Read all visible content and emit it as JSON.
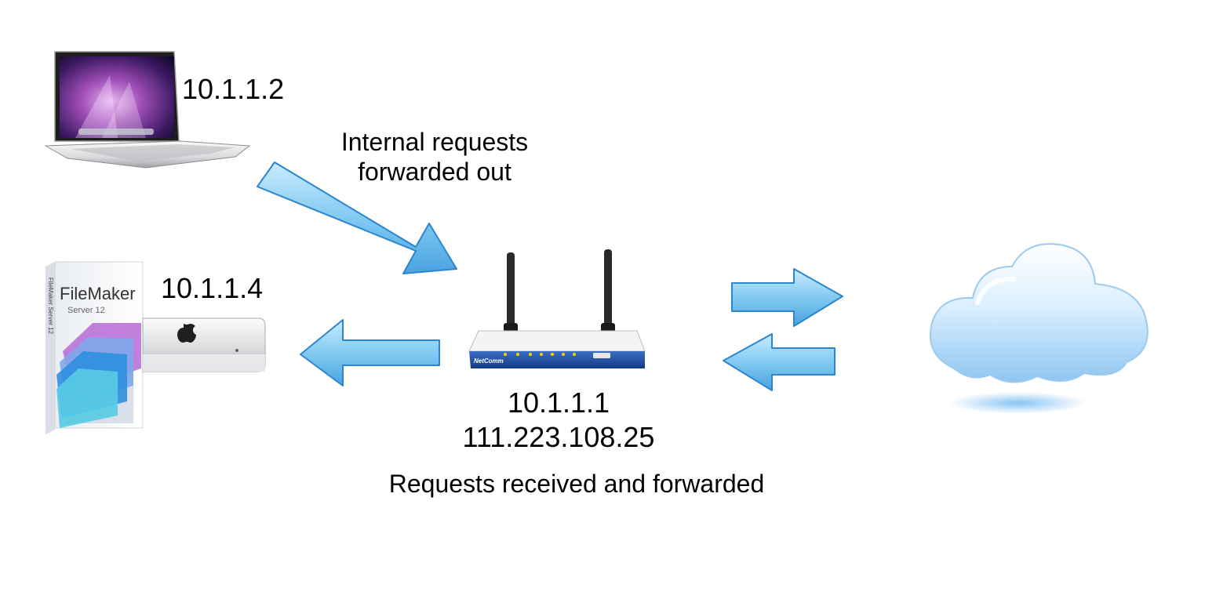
{
  "laptop": {
    "ip": "10.1.1.2",
    "icon": "laptop-icon"
  },
  "server": {
    "ip": "10.1.1.4",
    "icon": "mac-mini-icon",
    "box_brand": "FileMaker",
    "box_product": "Server 12",
    "box_spine": "FileMaker Server 12"
  },
  "router": {
    "ip_internal": "10.1.1.1",
    "ip_external": "111.223.108.25",
    "brand": "NetComm",
    "icon": "router-icon"
  },
  "internet": {
    "icon": "cloud-icon"
  },
  "captions": {
    "internal_line1": "Internal requests",
    "internal_line2": "forwarded out",
    "router": "Requests received and forwarded"
  },
  "colors": {
    "arrow_fill": "#8cd0f2",
    "arrow_edge": "#1f7fc9"
  }
}
